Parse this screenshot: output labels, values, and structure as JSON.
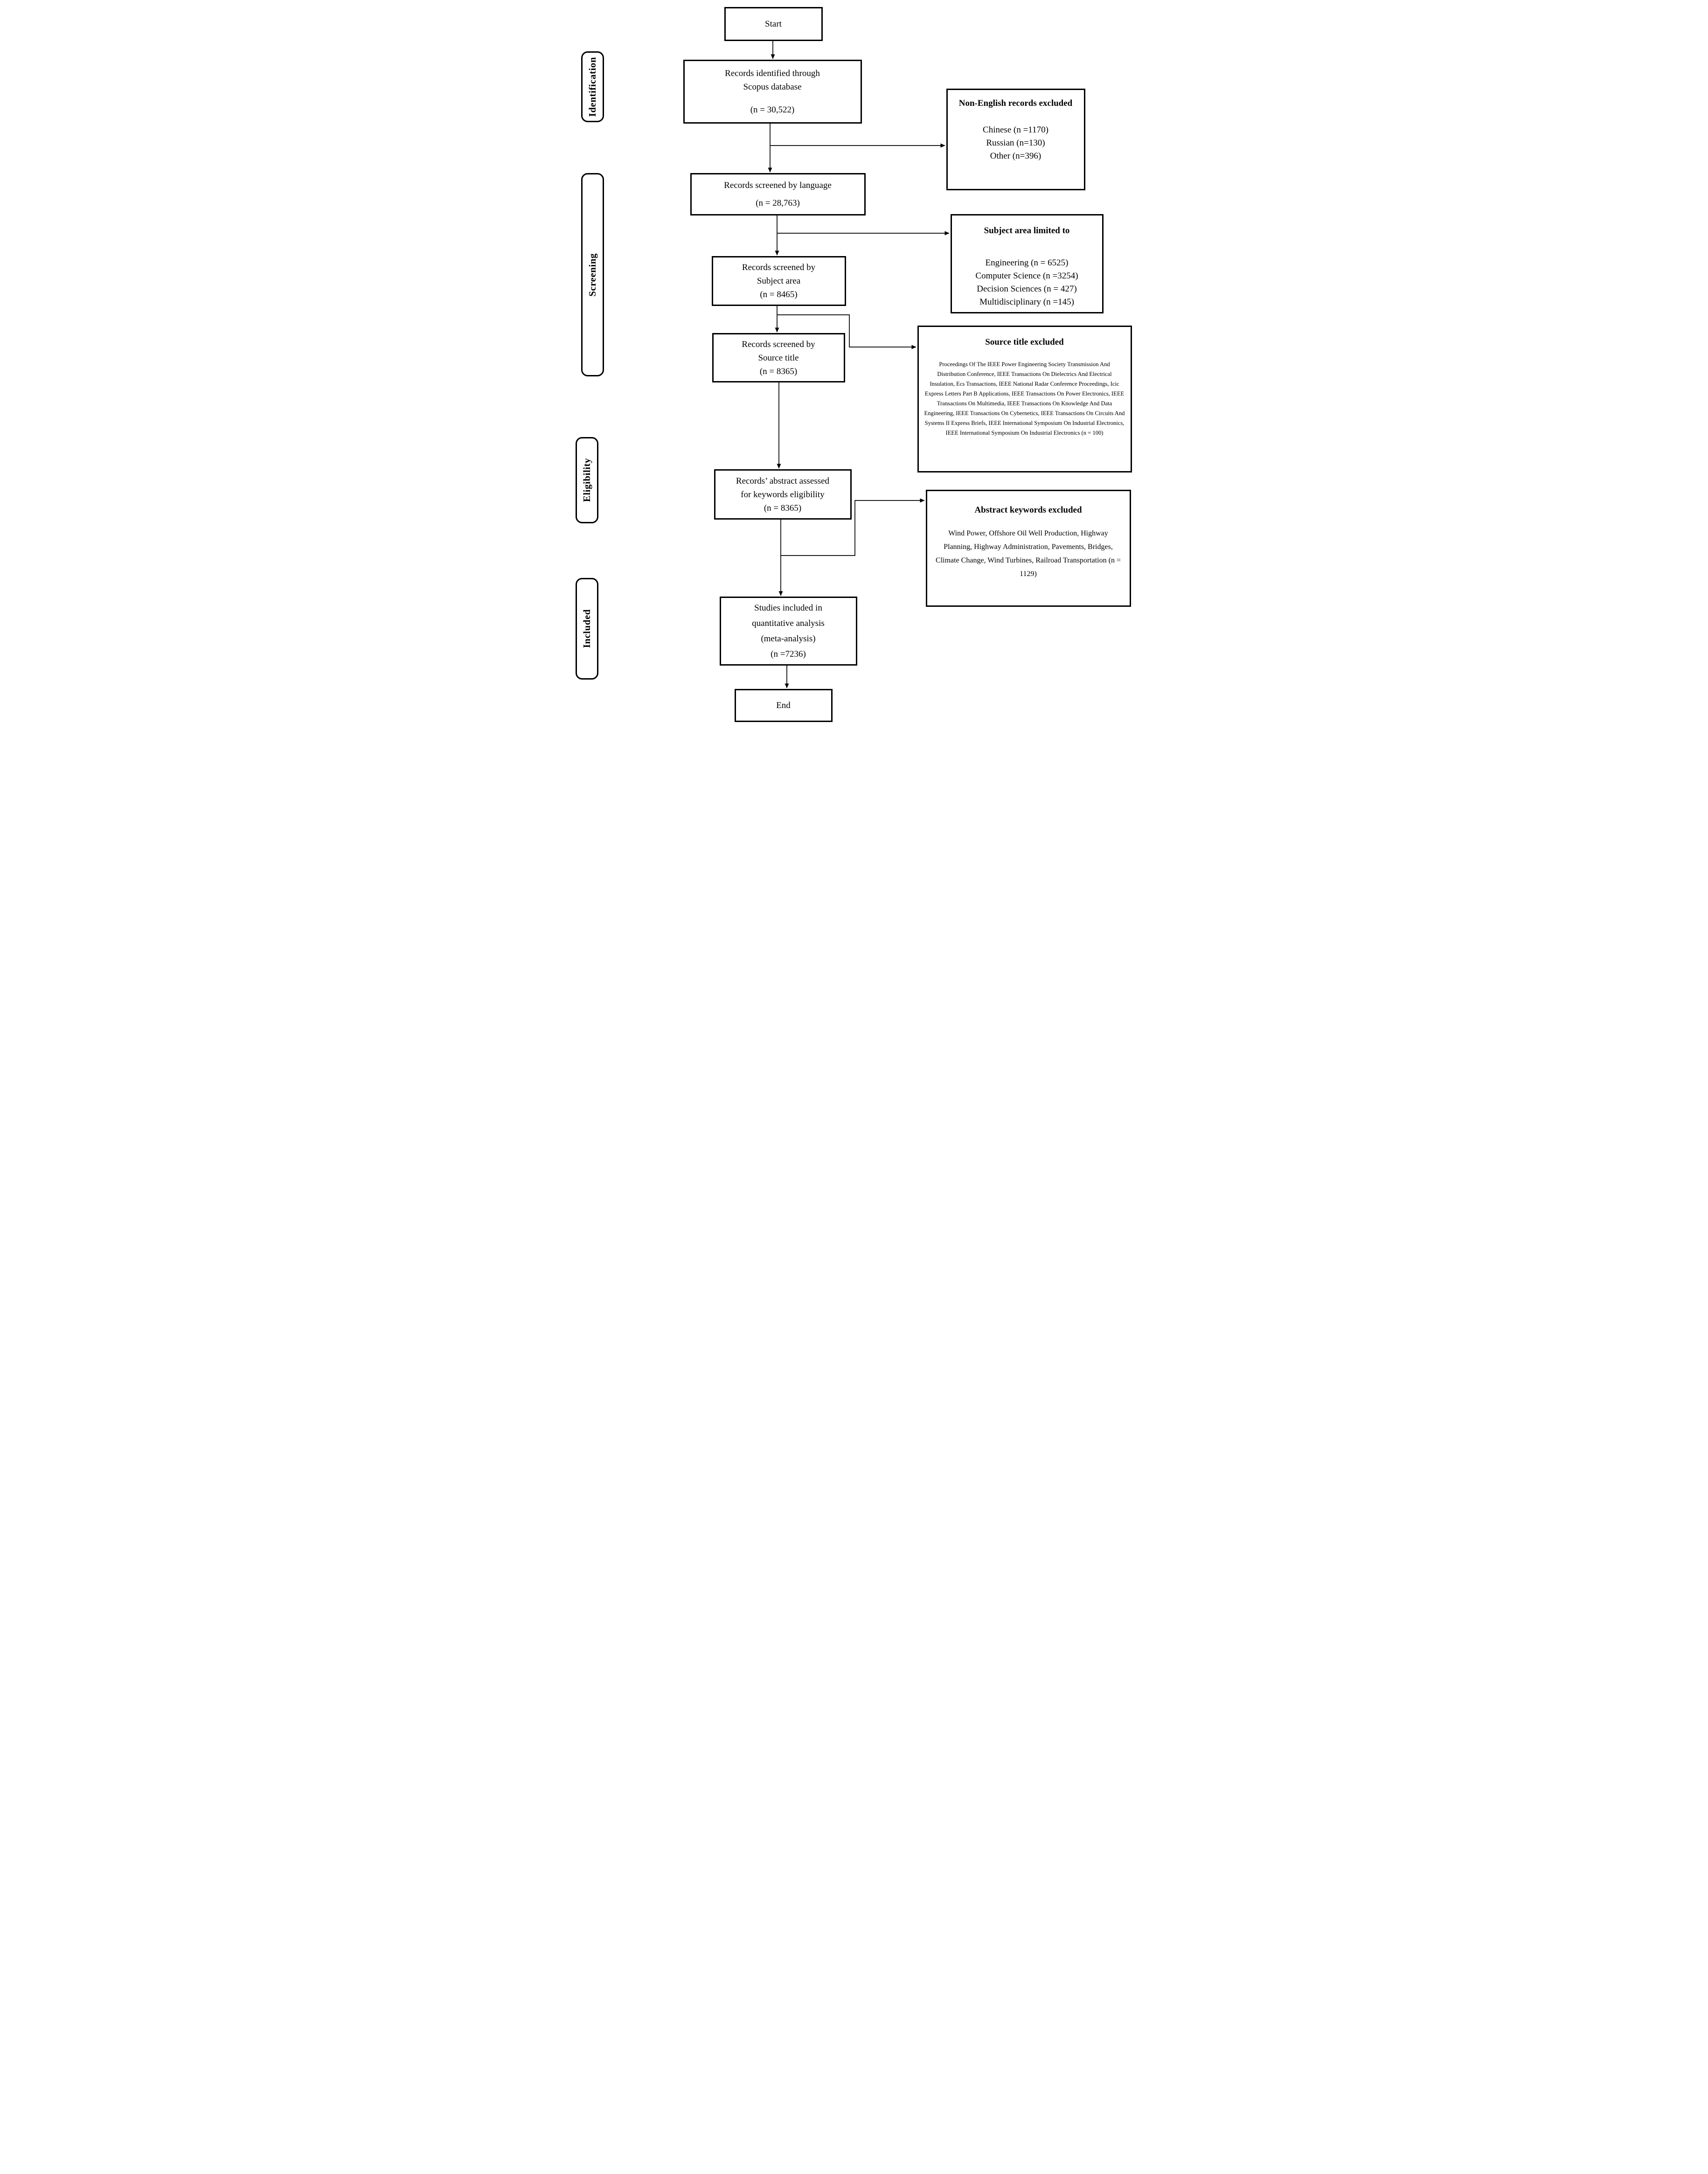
{
  "stages": {
    "identification": "Identification",
    "screening": "Screening",
    "eligibility": "Eligibility",
    "included": "Included"
  },
  "flow": {
    "start": "Start",
    "identified": {
      "line1": "Records identified through",
      "line2": "Scopus database",
      "count": "(n = 30,522)"
    },
    "language": {
      "line1": "Records screened by language",
      "count": "(n = 28,763)"
    },
    "subject": {
      "line1": "Records screened by",
      "line2": "Subject area",
      "count": "(n = 8465)"
    },
    "source": {
      "line1": "Records screened by",
      "line2": "Source title",
      "count": "(n = 8365)"
    },
    "abstract": {
      "line1": "Records’ abstract assessed",
      "line2": "for keywords eligibility",
      "count": "(n = 8365)"
    },
    "studies": {
      "line1": "Studies included in",
      "line2": "quantitative analysis",
      "line3": "(meta-analysis)",
      "count": "(n =7236)"
    },
    "end": "End"
  },
  "exclusions": {
    "non_english": {
      "title": "Non-English records excluded",
      "items": [
        "Chinese (n =1170)",
        "Russian (n=130)",
        "Other (n=396)"
      ]
    },
    "subject_limited": {
      "title": "Subject area limited to",
      "items": [
        "Engineering (n = 6525)",
        "Computer Science (n =3254)",
        "Decision Sciences (n = 427)",
        "Multidisciplinary (n =145)"
      ]
    },
    "source_excluded": {
      "title": "Source title excluded",
      "body": "Proceedings Of The IEEE Power Engineering Society Transmission And Distribution Conference, IEEE Transactions On Dielectrics And Electrical Insulation, Ecs Transactions, IEEE National Radar Conference Proceedings, Icic Express Letters Part B Applications, IEEE Transactions On Power Electronics, IEEE Transactions On Multimedia, IEEE Transactions On Knowledge And Data Engineering, IEEE Transactions On Cybernetics, IEEE Transactions On Circuits And Systems II Express Briefs, IEEE International Symposium On Industrial Electronics, IEEE International Symposium On Industrial Electronics (n = 100)"
    },
    "keywords_excluded": {
      "title": "Abstract keywords excluded",
      "body": "Wind Power, Offshore Oil Well Production, Highway Planning, Highway Administration, Pavements, Bridges, Climate Change, Wind Turbines, Railroad Transportation (n = 1129)"
    }
  }
}
